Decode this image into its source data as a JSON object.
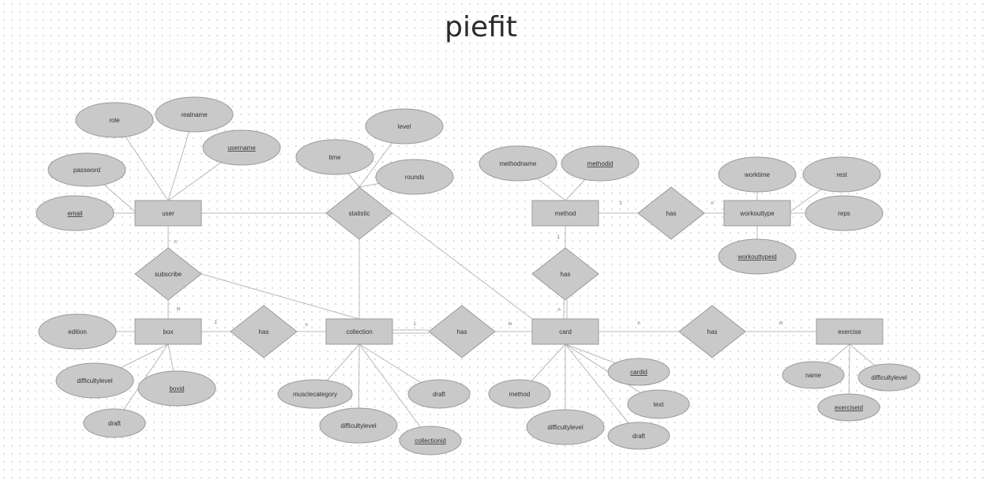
{
  "title": "piefit",
  "entities": [
    {
      "id": "user",
      "label": "user"
    },
    {
      "id": "box",
      "label": "box"
    },
    {
      "id": "collection",
      "label": "collection"
    },
    {
      "id": "card",
      "label": "card"
    },
    {
      "id": "method",
      "label": "method"
    },
    {
      "id": "workouttype",
      "label": "workouttype"
    },
    {
      "id": "exercise",
      "label": "exercise"
    }
  ],
  "relationships": [
    {
      "id": "statistic",
      "label": "statistic"
    },
    {
      "id": "subscribe",
      "label": "subscribe"
    },
    {
      "id": "has_box_collection",
      "label": "has"
    },
    {
      "id": "has_collection_card",
      "label": "has"
    },
    {
      "id": "has_method_card",
      "label": "has"
    },
    {
      "id": "has_method_workouttype",
      "label": "has"
    },
    {
      "id": "has_card_exercise",
      "label": "has"
    }
  ],
  "attributes": [
    {
      "id": "user_role",
      "label": "role",
      "key": false,
      "owner": "user"
    },
    {
      "id": "user_realname",
      "label": "realname",
      "key": false,
      "owner": "user"
    },
    {
      "id": "user_username",
      "label": "username",
      "key": true,
      "owner": "user"
    },
    {
      "id": "user_password",
      "label": "password",
      "key": false,
      "owner": "user"
    },
    {
      "id": "user_email",
      "label": "email",
      "key": true,
      "owner": "user"
    },
    {
      "id": "stat_level",
      "label": "level",
      "key": false,
      "owner": "statistic"
    },
    {
      "id": "stat_time",
      "label": "time",
      "key": false,
      "owner": "statistic"
    },
    {
      "id": "stat_rounds",
      "label": "rounds",
      "key": false,
      "owner": "statistic"
    },
    {
      "id": "method_methodname",
      "label": "methodname",
      "key": false,
      "owner": "method"
    },
    {
      "id": "method_methodid",
      "label": "methodid",
      "key": true,
      "owner": "method"
    },
    {
      "id": "wt_worktime",
      "label": "worktime",
      "key": false,
      "owner": "workouttype"
    },
    {
      "id": "wt_rest",
      "label": "rest",
      "key": false,
      "owner": "workouttype"
    },
    {
      "id": "wt_reps",
      "label": "reps",
      "key": false,
      "owner": "workouttype"
    },
    {
      "id": "wt_workouttypeid",
      "label": "workouttypeid",
      "key": true,
      "owner": "workouttype"
    },
    {
      "id": "box_edition",
      "label": "edition",
      "key": false,
      "owner": "box"
    },
    {
      "id": "box_difficultylevel",
      "label": "difficultylevel",
      "key": false,
      "owner": "box"
    },
    {
      "id": "box_boxid",
      "label": "boxid",
      "key": true,
      "owner": "box"
    },
    {
      "id": "box_draft",
      "label": "draft",
      "key": false,
      "owner": "box"
    },
    {
      "id": "col_musclecategory",
      "label": "musclecategory",
      "key": false,
      "owner": "collection"
    },
    {
      "id": "col_draft",
      "label": "draft",
      "key": false,
      "owner": "collection"
    },
    {
      "id": "col_difficultylevel",
      "label": "difficultylevel",
      "key": false,
      "owner": "collection"
    },
    {
      "id": "col_collectionid",
      "label": "collectionid",
      "key": true,
      "owner": "collection"
    },
    {
      "id": "card_cardid",
      "label": "cardid",
      "key": true,
      "owner": "card"
    },
    {
      "id": "card_method",
      "label": "method",
      "key": false,
      "owner": "card"
    },
    {
      "id": "card_text",
      "label": "text",
      "key": false,
      "owner": "card"
    },
    {
      "id": "card_difficultylevel",
      "label": "difficultylevel",
      "key": false,
      "owner": "card"
    },
    {
      "id": "card_draft",
      "label": "draft",
      "key": false,
      "owner": "card"
    },
    {
      "id": "ex_name",
      "label": "name",
      "key": false,
      "owner": "exercise"
    },
    {
      "id": "ex_difficultylevel",
      "label": "difficultylevel",
      "key": false,
      "owner": "exercise"
    },
    {
      "id": "ex_exerciseid",
      "label": "exerciseid",
      "key": true,
      "owner": "exercise"
    }
  ],
  "cardinalities": [
    {
      "id": "user_subscribe",
      "label": "n"
    },
    {
      "id": "subscribe_box",
      "label": "m"
    },
    {
      "id": "box_has",
      "label": "1"
    },
    {
      "id": "has_collection",
      "label": "n"
    },
    {
      "id": "collection_has",
      "label": "1"
    },
    {
      "id": "has_card",
      "label": "m"
    },
    {
      "id": "method_has",
      "label": "1"
    },
    {
      "id": "has_card_from_method",
      "label": "n"
    },
    {
      "id": "method_has_wt",
      "label": "1"
    },
    {
      "id": "has_workouttype",
      "label": "n"
    },
    {
      "id": "card_has",
      "label": "n"
    },
    {
      "id": "has_exercise",
      "label": "m"
    }
  ]
}
